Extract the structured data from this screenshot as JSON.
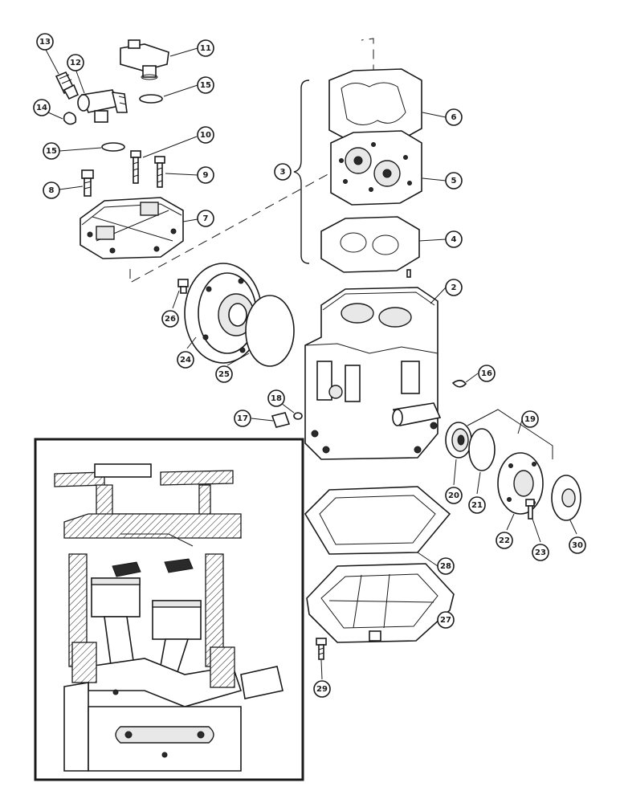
{
  "callouts": [
    {
      "id": "c13",
      "label": "13"
    },
    {
      "id": "c12",
      "label": "12"
    },
    {
      "id": "c11",
      "label": "11"
    },
    {
      "id": "c14",
      "label": "14"
    },
    {
      "id": "c15a",
      "label": "15"
    },
    {
      "id": "c15b",
      "label": "15"
    },
    {
      "id": "c10",
      "label": "10"
    },
    {
      "id": "c9",
      "label": "9"
    },
    {
      "id": "c8",
      "label": "8"
    },
    {
      "id": "c7",
      "label": "7"
    },
    {
      "id": "c6",
      "label": "6"
    },
    {
      "id": "c5",
      "label": "5"
    },
    {
      "id": "c4",
      "label": "4"
    },
    {
      "id": "c3",
      "label": "3"
    },
    {
      "id": "c2",
      "label": "2"
    },
    {
      "id": "c26",
      "label": "26"
    },
    {
      "id": "c24",
      "label": "24"
    },
    {
      "id": "c25",
      "label": "25"
    },
    {
      "id": "c16",
      "label": "16"
    },
    {
      "id": "c18",
      "label": "18"
    },
    {
      "id": "c17",
      "label": "17"
    },
    {
      "id": "c19",
      "label": "19"
    },
    {
      "id": "c20",
      "label": "20"
    },
    {
      "id": "c21",
      "label": "21"
    },
    {
      "id": "c22",
      "label": "22"
    },
    {
      "id": "c23",
      "label": "23"
    },
    {
      "id": "c30",
      "label": "30"
    },
    {
      "id": "c28",
      "label": "28"
    },
    {
      "id": "c27",
      "label": "27"
    },
    {
      "id": "c29",
      "label": "29"
    }
  ]
}
